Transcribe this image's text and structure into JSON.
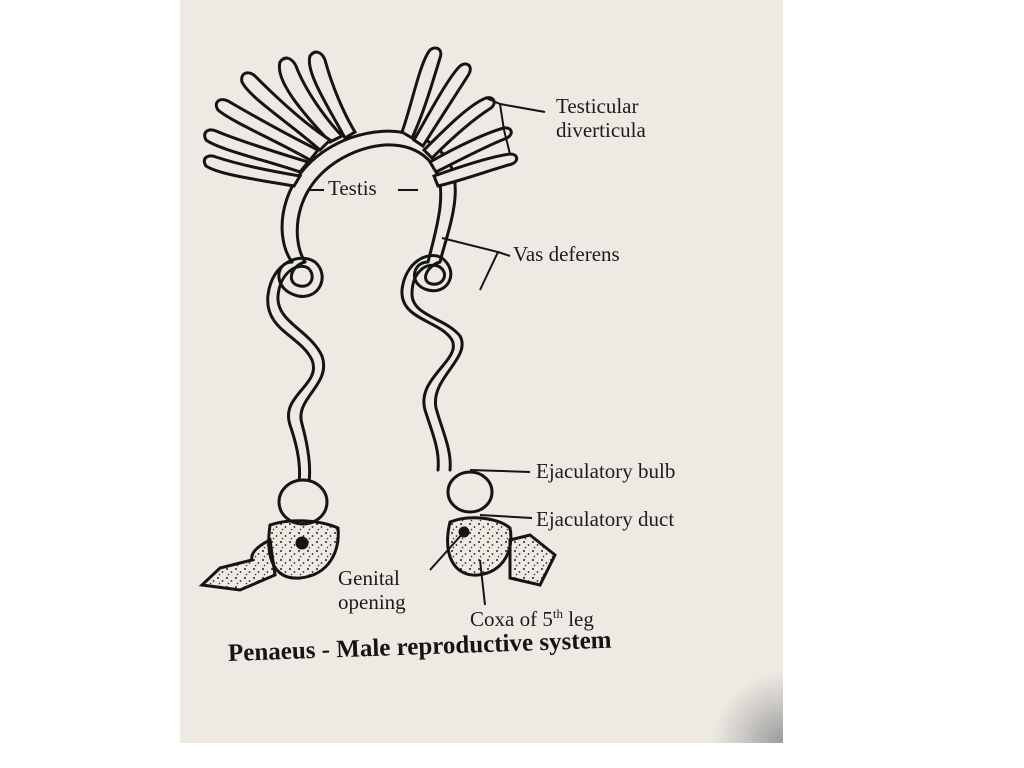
{
  "diagram": {
    "labels": {
      "testicular_diverticula": [
        "Testicular",
        "diverticula"
      ],
      "testis": "Testis",
      "vas_deferens": "Vas deferens",
      "ejaculatory_bulb": "Ejaculatory bulb",
      "ejaculatory_duct": "Ejaculatory duct",
      "genital_opening": [
        "Genital",
        "opening"
      ],
      "coxa": "Coxa of 5",
      "coxa_sup": "th",
      "coxa_end": " leg"
    },
    "caption": "Penaeus - Male reproductive system"
  }
}
